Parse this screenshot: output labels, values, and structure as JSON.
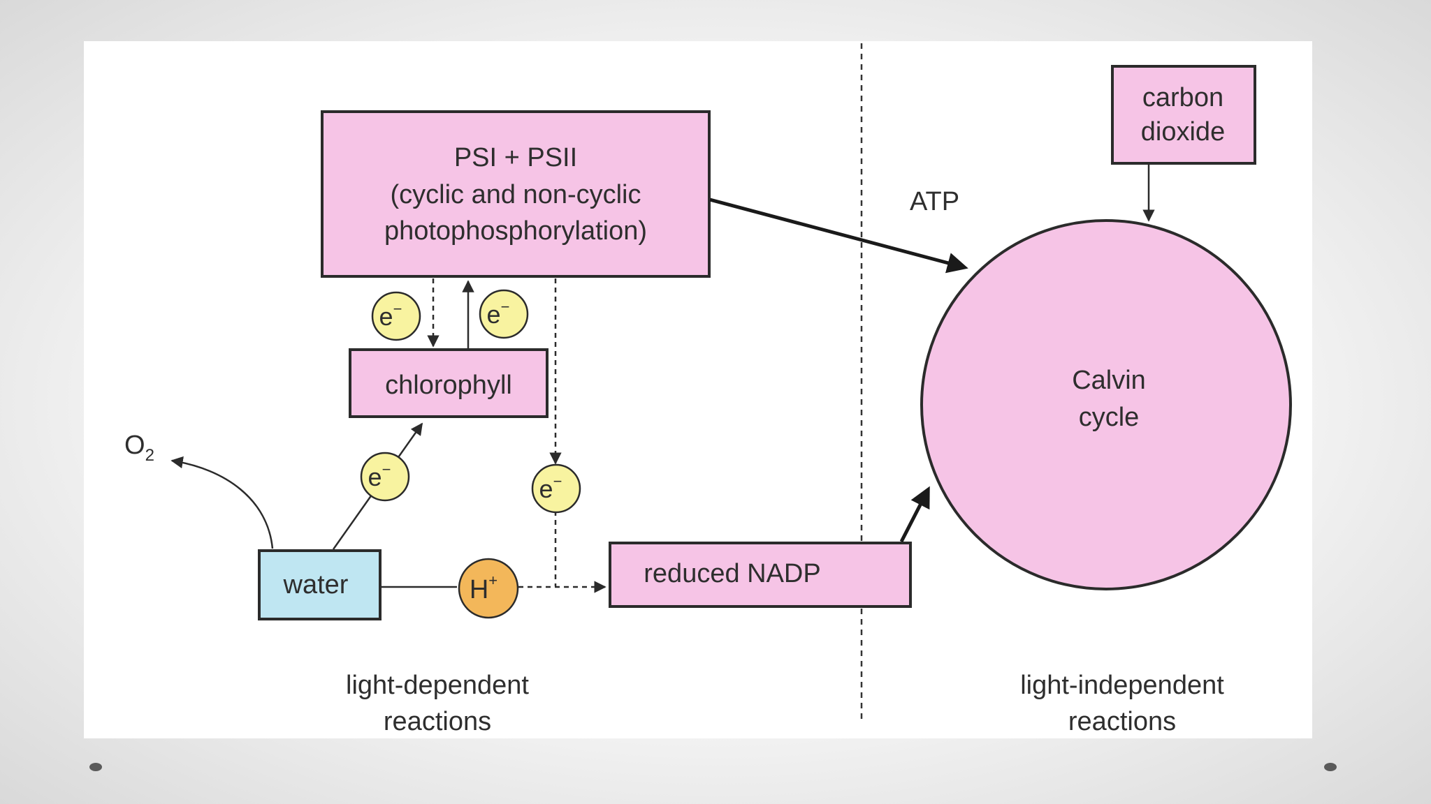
{
  "psi_box": {
    "line1": "PSI + PSII",
    "line2": "(cyclic and non-cyclic",
    "line3": "photophosphorylation)"
  },
  "chlorophyll_label": "chlorophyll",
  "water_label": "water",
  "reduced_nadp_label": "reduced NADP",
  "carbon_dioxide": {
    "line1": "carbon",
    "line2": "dioxide"
  },
  "calvin_cycle": {
    "line1": "Calvin",
    "line2": "cycle"
  },
  "atp_label": "ATP",
  "oxygen": {
    "symbol": "O",
    "subscript": "2"
  },
  "electron": {
    "symbol": "e",
    "sup": "−"
  },
  "proton": {
    "symbol": "H",
    "sup": "+"
  },
  "light_dependent": {
    "line1": "light-dependent",
    "line2": "reactions"
  },
  "light_independent": {
    "line1": "light-independent",
    "line2": "reactions"
  },
  "colors": {
    "pink_box": "#f6c4e6",
    "water_box": "#bfe6f2",
    "electron_fill": "#f8f3a0",
    "proton_fill": "#f3b75a",
    "outline": "#2b2b2b"
  }
}
